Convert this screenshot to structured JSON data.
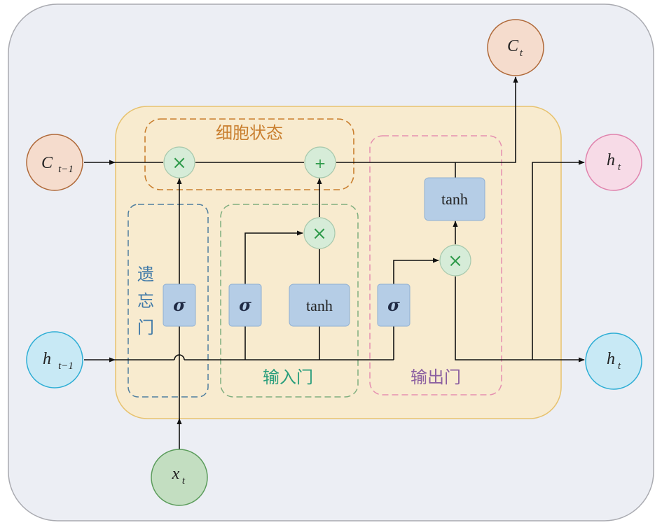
{
  "labels": {
    "cell_state": "细胞状态",
    "forget_gate": [
      "遗",
      "忘",
      "门"
    ],
    "input_gate": "输入门",
    "output_gate": "输出门"
  },
  "ops": {
    "multiply": "×",
    "add": "+",
    "sigma": "σ",
    "tanh": "tanh"
  },
  "nodes": {
    "c_prev": {
      "main": "C",
      "sub": "t−1"
    },
    "h_prev": {
      "main": "h",
      "sub": "t−1"
    },
    "x": {
      "main": "x",
      "sub": "t"
    },
    "c_out": {
      "main": "C",
      "sub": "t"
    },
    "h_out_top": {
      "main": "h",
      "sub": "t"
    },
    "h_out_bottom": {
      "main": "h",
      "sub": "t"
    }
  },
  "colors": {
    "frame_bg": "#eceef4",
    "cell_bg": "#f8ebcf",
    "cell_border": "#e7c26e",
    "box_fill": "#b5cde6",
    "op_fill": "#d6ecd8",
    "op_symbol": "#2e9a4a",
    "cell_state_color": "#c97f2f",
    "forget_color": "#3f79a8",
    "input_color": "#2a9e7c",
    "output_color": "#8b5fa0",
    "c_node_fill": "#f5dccd",
    "c_node_stroke": "#b06a3a",
    "h_in_fill": "#c8e9f5",
    "h_in_stroke": "#2eaed5",
    "h_out_fill": "#f7dbe7",
    "h_out_stroke": "#e083ad",
    "x_fill": "#c3dec1",
    "x_stroke": "#5b9c5b"
  }
}
